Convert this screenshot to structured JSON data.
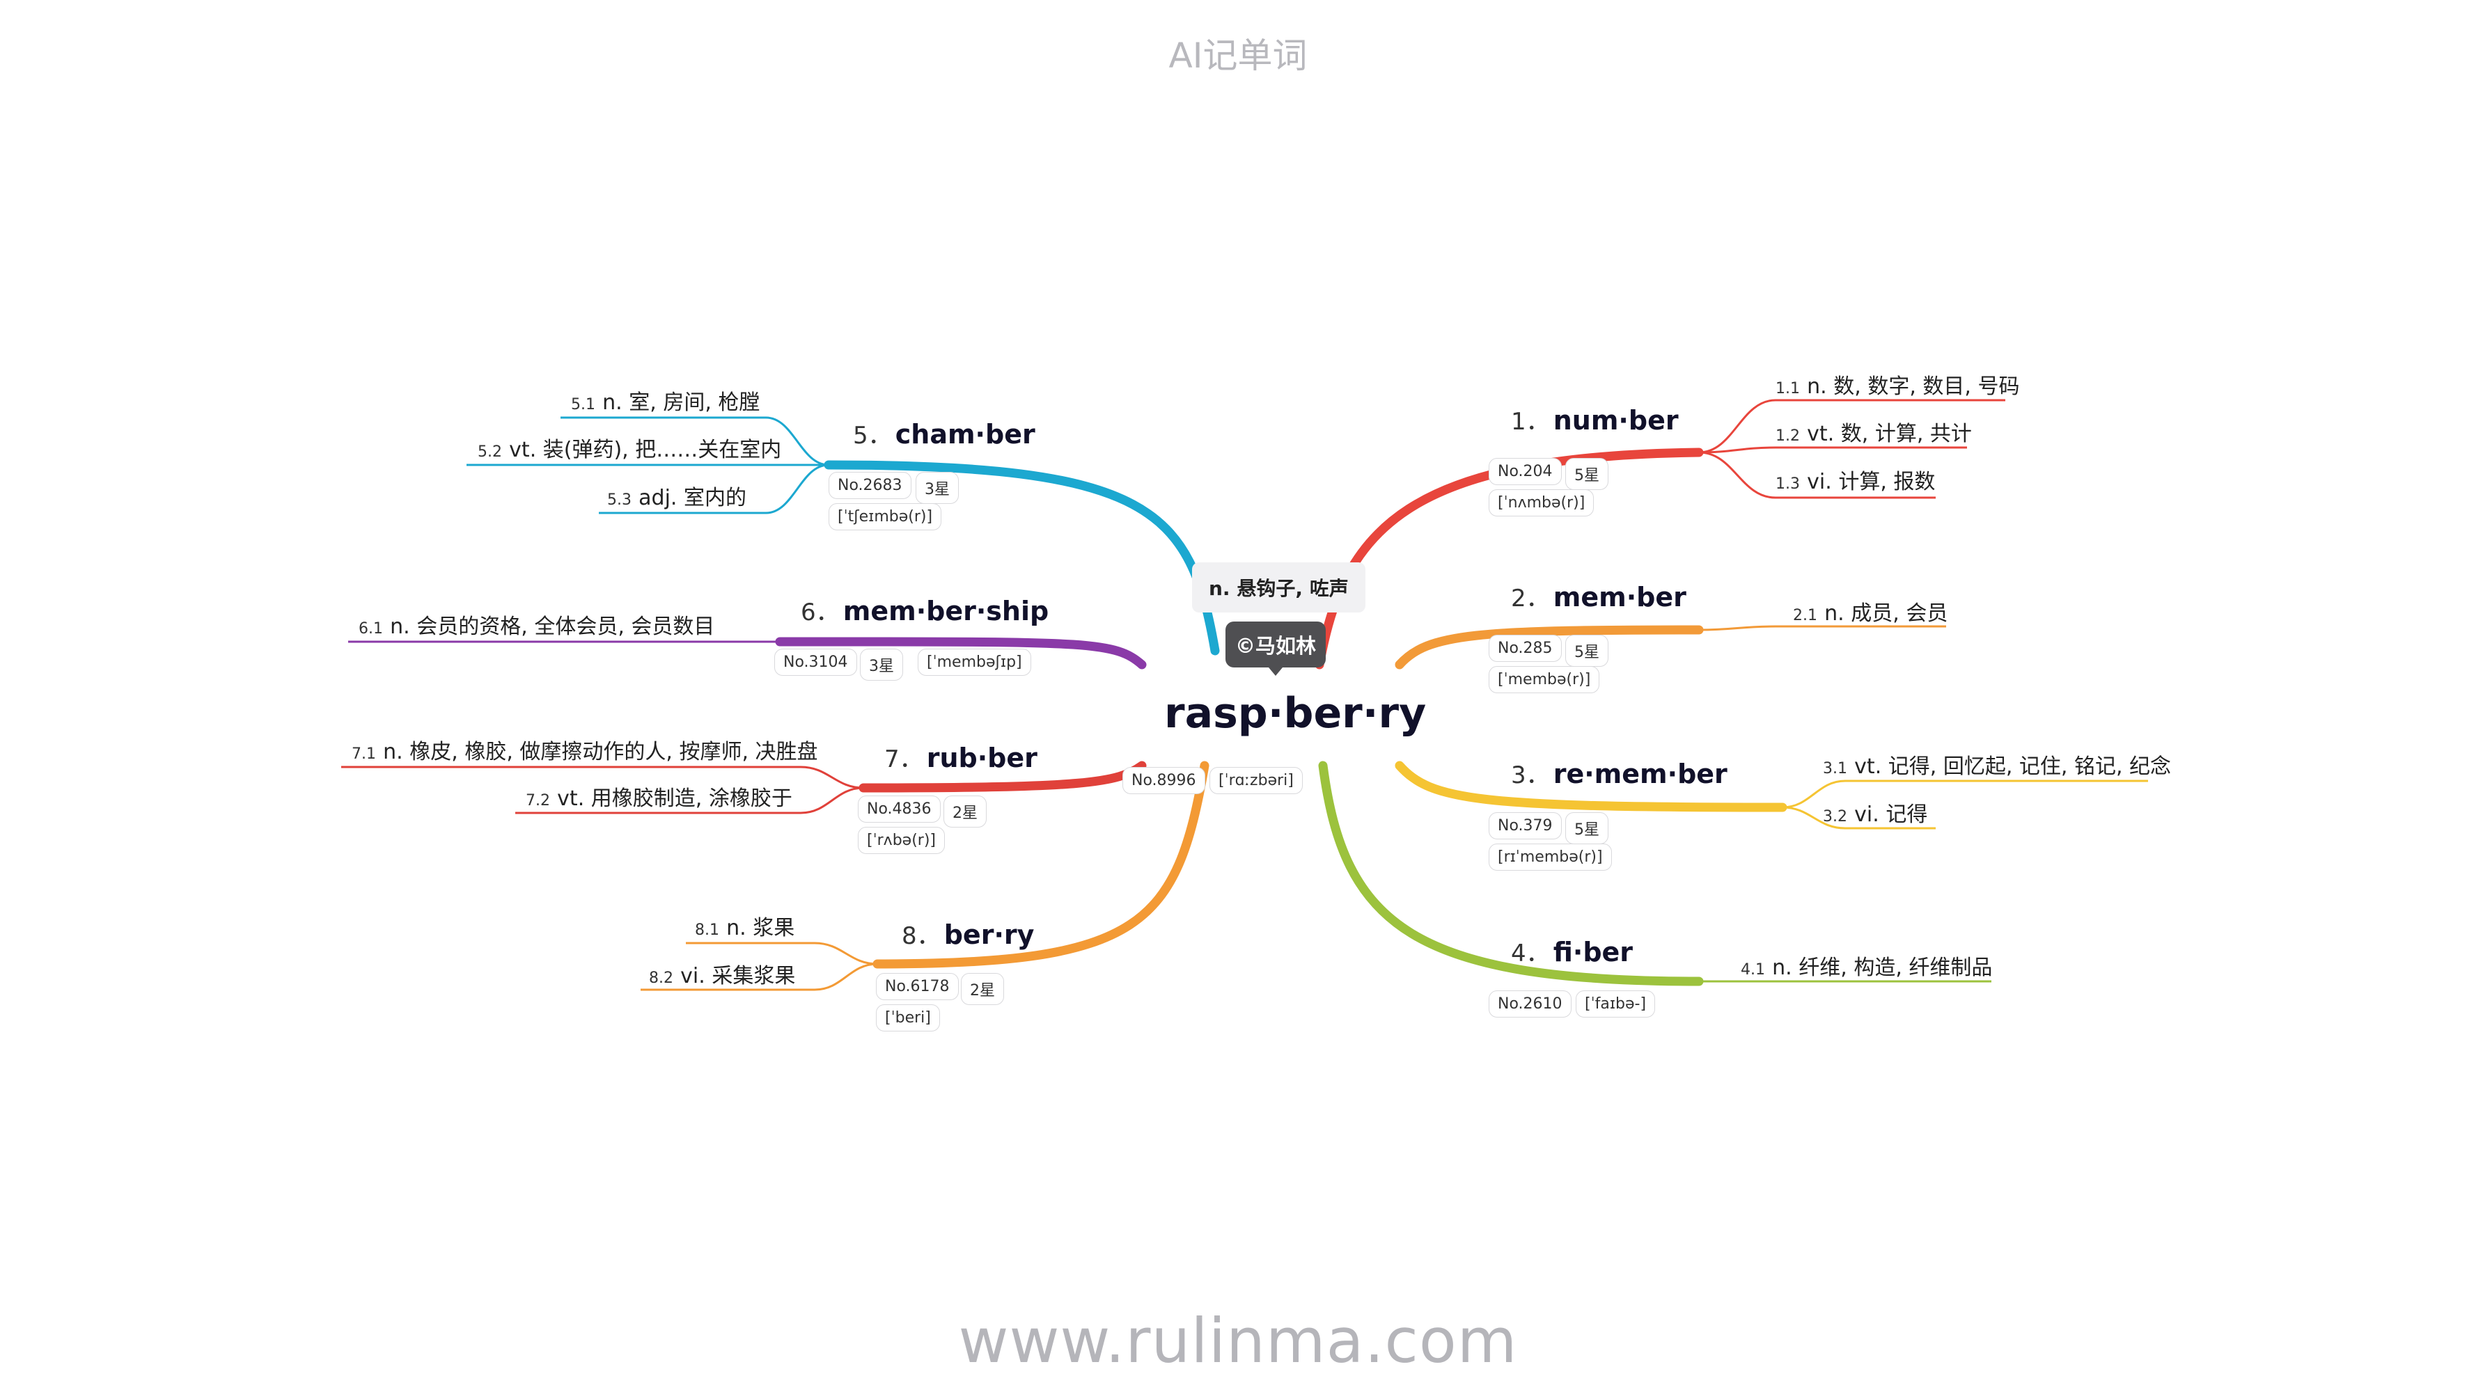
{
  "header": "AI记单词",
  "footer": "www.rulinma.com",
  "center": {
    "word": "rasp·ber·ry",
    "meaning": "n. 悬钩子, 咗声",
    "copyright": "©马如林",
    "no": "No.8996",
    "phonetic": "[ˈrɑːzbəri]"
  },
  "branches": [
    {
      "num": "1．",
      "word": "num·ber",
      "no": "No.204",
      "stars": "5星",
      "phonetic": "[ˈnʌmbə(r)]",
      "color": "#e8453c",
      "subs": [
        {
          "num": "1.1",
          "text": "n. 数, 数字, 数目, 号码"
        },
        {
          "num": "1.2",
          "text": "vt. 数, 计算, 共计"
        },
        {
          "num": "1.3",
          "text": "vi. 计算, 报数"
        }
      ]
    },
    {
      "num": "2．",
      "word": "mem·ber",
      "no": "No.285",
      "stars": "5星",
      "phonetic": "[ˈmembə(r)]",
      "color": "#f29a38",
      "subs": [
        {
          "num": "2.1",
          "text": "n. 成员, 会员"
        }
      ]
    },
    {
      "num": "3．",
      "word": "re·mem·ber",
      "no": "No.379",
      "stars": "5星",
      "phonetic": "[rɪˈmembə(r)]",
      "color": "#f5c433",
      "subs": [
        {
          "num": "3.1",
          "text": "vt. 记得, 回忆起, 记住, 铭记, 纪念"
        },
        {
          "num": "3.2",
          "text": "vi. 记得"
        }
      ]
    },
    {
      "num": "4．",
      "word": "fi·ber",
      "no": "No.2610",
      "stars": "",
      "phonetic": "[ˈfaɪbə-]",
      "color": "#9cc23d",
      "subs": [
        {
          "num": "4.1",
          "text": "n. 纤维, 构造, 纤维制品"
        }
      ]
    },
    {
      "num": "5．",
      "word": "cham·ber",
      "no": "No.2683",
      "stars": "3星",
      "phonetic": "[ˈtʃeɪmbə(r)]",
      "color": "#1ca8d0",
      "subs": [
        {
          "num": "5.1",
          "text": "n. 室, 房间, 枪膛"
        },
        {
          "num": "5.2",
          "text": "vt. 装(弹药), 把……关在室内"
        },
        {
          "num": "5.3",
          "text": "adj. 室内的"
        }
      ]
    },
    {
      "num": "6．",
      "word": "mem·ber·ship",
      "no": "No.3104",
      "stars": "3星",
      "phonetic": "[ˈmembəʃɪp]",
      "color": "#8a3aa8",
      "subs": [
        {
          "num": "6.1",
          "text": "n. 会员的资格, 全体会员, 会员数目"
        }
      ]
    },
    {
      "num": "7．",
      "word": "rub·ber",
      "no": "No.4836",
      "stars": "2星",
      "phonetic": "[ˈrʌbə(r)]",
      "color": "#e0413a",
      "subs": [
        {
          "num": "7.1",
          "text": "n. 橡皮, 橡胶, 做摩擦动作的人, 按摩师, 决胜盘"
        },
        {
          "num": "7.2",
          "text": "vt. 用橡胶制造, 涂橡胶于"
        }
      ]
    },
    {
      "num": "8．",
      "word": "ber·ry",
      "no": "No.6178",
      "stars": "2星",
      "phonetic": "[ˈberi]",
      "color": "#f39a35",
      "subs": [
        {
          "num": "8.1",
          "text": "n. 浆果"
        },
        {
          "num": "8.2",
          "text": "vi. 采集浆果"
        }
      ]
    }
  ]
}
